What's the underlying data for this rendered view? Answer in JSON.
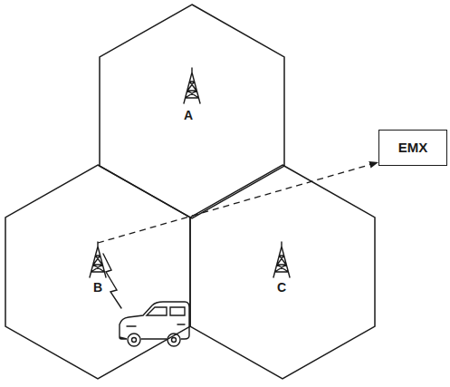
{
  "diagram": {
    "nodes": [
      {
        "text": [
          "A"
        ]
      },
      {
        "text": [
          "B"
        ]
      },
      {
        "text": [
          "C"
        ]
      },
      {
        "text": [
          "EMX"
        ]
      }
    ],
    "edges": [
      {
        "from": 1,
        "to": 3,
        "arrow": "to"
      }
    ]
  }
}
